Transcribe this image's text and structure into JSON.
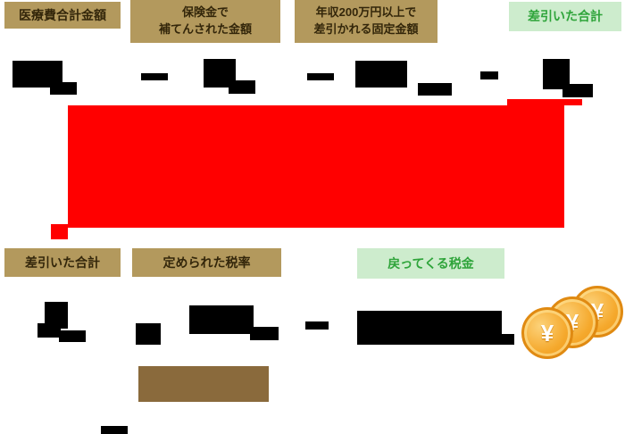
{
  "labels": {
    "medical_total": "医療費合計金額",
    "insurance_l1": "保険金で",
    "insurance_l2": "補てんされた金額",
    "fixed_l1": "年収200万円以上で",
    "fixed_l2": "差引かれる固定金額",
    "subtracted_total_top": "差引いた合計",
    "subtracted_total_bottom": "差引いた合計",
    "tax_rate": "定められた税率",
    "tax_refund": "戻ってくる税金"
  },
  "coin": {
    "currency_symbol": "¥"
  },
  "colors": {
    "label_tan_bg": "#b3995d",
    "label_tan_text": "#33260a",
    "label_green_bg": "#cdeccd",
    "label_green_text": "#2ea43a",
    "highlight_red": "#ff0000",
    "redacted_black": "#000000",
    "box_brown": "#8a6a3c",
    "coin_gold": "#f5a92d"
  }
}
